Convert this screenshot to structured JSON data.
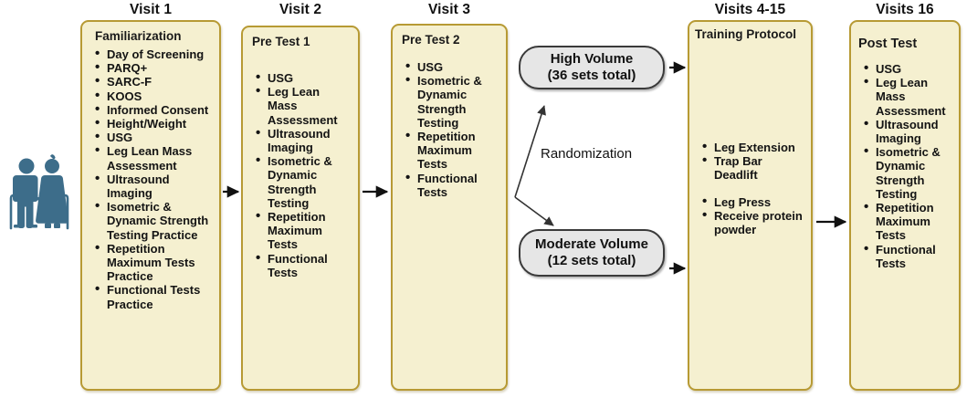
{
  "diagram": {
    "title": "Study visit flow diagram",
    "colors": {
      "card_fill": "#f5f0d0",
      "card_border": "#b79a34",
      "pill_fill": "#e6e6e6",
      "pill_border": "#3a3a3a",
      "people_icon": "#3d6d8a",
      "text": "#141414"
    },
    "headers": [
      {
        "label": "Visit 1"
      },
      {
        "label": "Visit 2"
      },
      {
        "label": "Visit 3"
      },
      {
        "label": "Visits 4-15"
      },
      {
        "label": "Visits 16"
      }
    ],
    "participants_icon": "elderly-couple-icon",
    "cards": [
      {
        "name": "visit-1",
        "title": "Familiarization",
        "items": [
          "Day of Screening",
          "PARQ+",
          "SARC-F",
          "KOOS",
          "Informed Consent",
          "Height/Weight",
          "USG",
          "Leg Lean Mass Assessment",
          "Ultrasound Imaging",
          "Isometric & Dynamic Strength Testing Practice",
          "Repetition Maximum Tests Practice",
          "Functional Tests Practice"
        ]
      },
      {
        "name": "visit-2",
        "title": "Pre Test 1",
        "items": [
          "USG",
          "Leg Lean Mass Assessment",
          "Ultrasound Imaging",
          "Isometric & Dynamic Strength Testing",
          "Repetition Maximum Tests",
          "Functional Tests"
        ]
      },
      {
        "name": "visit-3",
        "title": "Pre Test 2",
        "items": [
          "USG",
          "Isometric & Dynamic Strength Testing",
          "Repetition Maximum Tests",
          "Functional Tests"
        ]
      },
      {
        "name": "visits-4-15",
        "title": "Training Protocol",
        "items": [
          "Leg Extension",
          "Trap Bar Deadlift",
          "Leg Press",
          "Receive protein powder"
        ]
      },
      {
        "name": "visits-16",
        "title": "Post Test",
        "items": [
          "USG",
          "Leg Lean Mass Assessment",
          "Ultrasound Imaging",
          "Isometric & Dynamic Strength Testing",
          "Repetition Maximum Tests",
          "Functional Tests"
        ]
      }
    ],
    "randomization": {
      "label": "Randomization",
      "groups": [
        {
          "name": "high-volume",
          "line1": "High Volume",
          "line2": "(36 sets total)"
        },
        {
          "name": "moderate-volume",
          "line1": "Moderate Volume",
          "line2": "(12 sets total)"
        }
      ]
    }
  }
}
